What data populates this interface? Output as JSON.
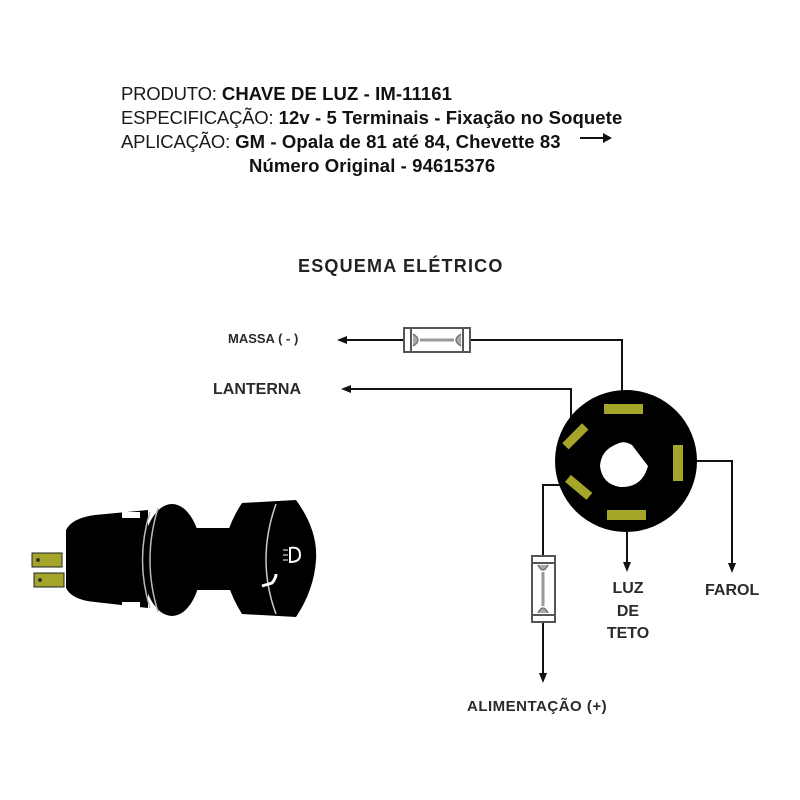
{
  "info": {
    "produto_label": "PRODUTO:",
    "produto_value": "CHAVE DE LUZ - IM-11161",
    "especificacao_label": "ESPECIFICAÇÃO:",
    "especificacao_value": "12v - 5 Terminais - Fixação no Soquete",
    "aplicacao_label": "APLICAÇÃO:",
    "aplicacao_value": "GM - Opala de 81 até 84, Chevette 83",
    "numero_original": "Número Original - 94615376"
  },
  "diagram": {
    "title": "ESQUEMA ELÉTRICO",
    "labels": {
      "massa": "MASSA ( - )",
      "lanterna": "LANTERNA",
      "luz": "LUZ",
      "de": "DE",
      "teto": "TETO",
      "farol": "FAROL",
      "alimentacao": "ALIMENTAÇÃO (+)"
    },
    "colors": {
      "terminal": "#a5a52a",
      "socket": "#000000",
      "wire": "#111111"
    },
    "terminal_count": 5
  }
}
